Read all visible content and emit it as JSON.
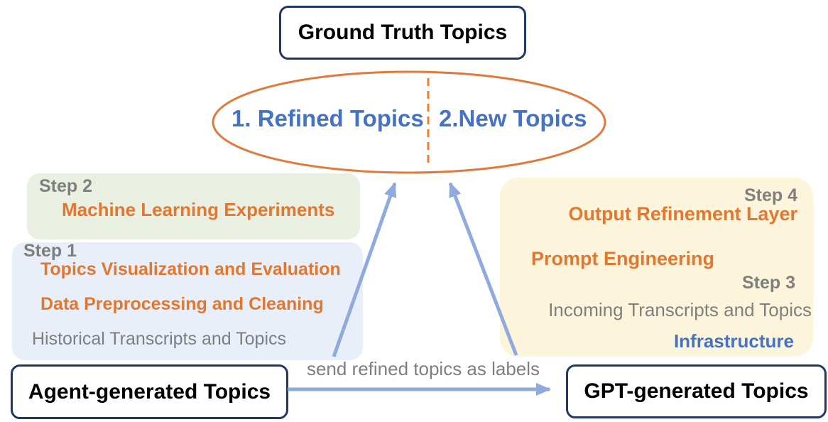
{
  "top_box": {
    "label": "Ground Truth Topics"
  },
  "ellipse": {
    "left_label": "1. Refined Topics",
    "right_label": "2.New Topics"
  },
  "left_panels": {
    "step2": {
      "step_label": "Step 2",
      "title": "Machine Learning Experiments"
    },
    "step1": {
      "step_label": "Step 1",
      "line1": "Topics Visualization and Evaluation",
      "line2": "Data Preprocessing and Cleaning",
      "line3": "Historical Transcripts and Topics"
    }
  },
  "right_panel": {
    "step4_label": "Step 4",
    "step4_title": "Output Refinement Layer",
    "prompt_title": "Prompt Engineering",
    "step3_label": "Step 3",
    "incoming_line": "Incoming Transcripts and Topics",
    "infrastructure_label": "Infrastructure"
  },
  "bottom_left_box": {
    "label": "Agent-generated Topics"
  },
  "bottom_right_box": {
    "label": "GPT-generated Topics"
  },
  "arrow_label": "send refined topics as labels",
  "colors": {
    "orange_accent": "#E2772F",
    "ellipse_stroke": "#E0793B",
    "dashed_divider": "#ED7D31",
    "blue_accent": "#4472C4",
    "gray_text": "#7F7F7F",
    "arrow_blue": "#8FAADC",
    "navy_border": "#1F3864",
    "step2_panel_bg": "#E9EFE1",
    "step1_panel_bg": "#E9EFF8",
    "right_panel_bg": "#FCF4DB"
  }
}
